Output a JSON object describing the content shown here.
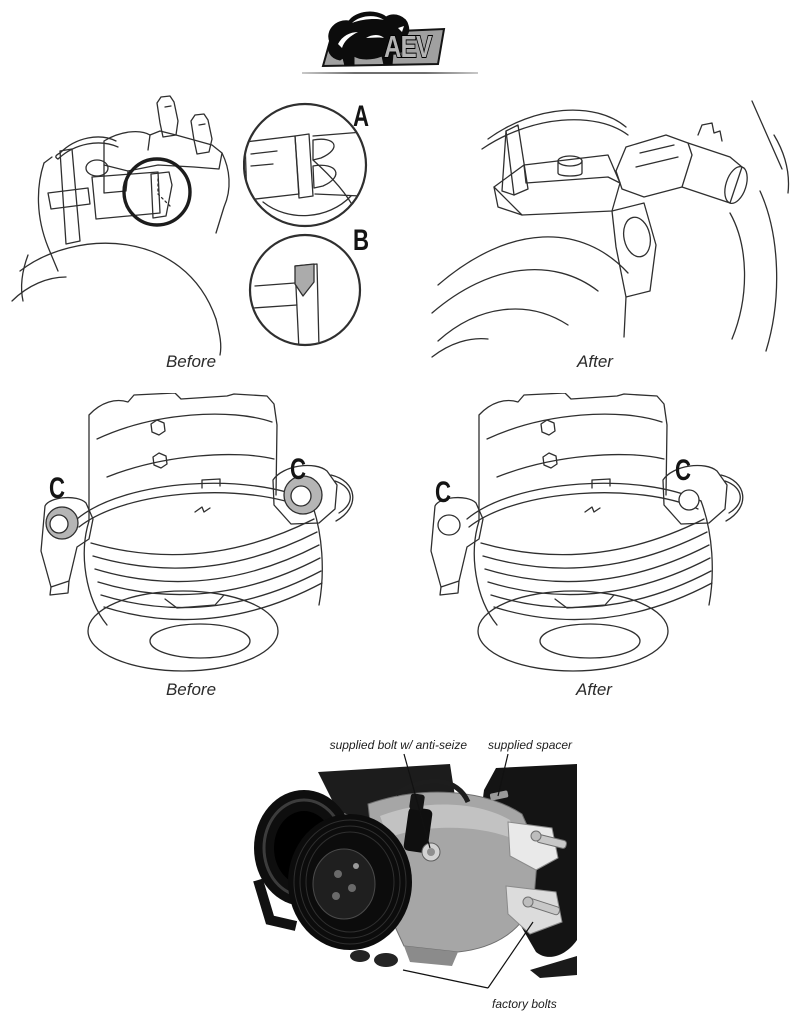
{
  "brand": {
    "name": "AEV"
  },
  "sections": {
    "top": {
      "before_caption": "Before",
      "after_caption": "After",
      "detail_a_label": "A",
      "detail_b_label": "B"
    },
    "middle": {
      "before_caption": "Before",
      "after_caption": "After",
      "marker_c": "C"
    },
    "photo": {
      "supplied_bolt_label": "supplied bolt w/ anti-seize",
      "supplied_spacer_label": "supplied spacer",
      "factory_bolts_label": "factory bolts"
    }
  },
  "colors": {
    "page_bg": "#ffffff",
    "line_art": "#2f2f2f",
    "shade_gray": "#b5b5b5",
    "logo_plate_gray": "#a0a0a0",
    "callout_black": "#1c1c1c"
  }
}
